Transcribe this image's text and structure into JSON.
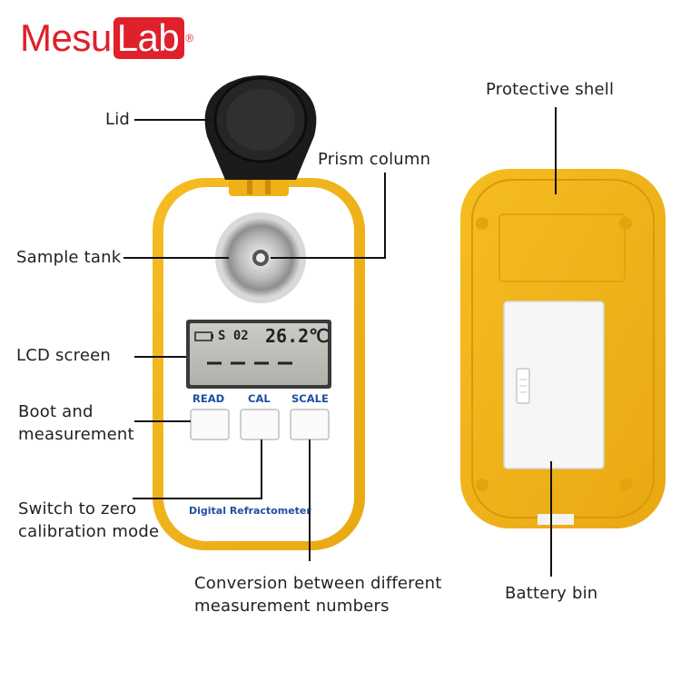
{
  "brand": {
    "name_part1": "Mesu",
    "name_part2": "Lab",
    "trademark": "®"
  },
  "device": {
    "brand_text": "Digital Refractometer",
    "buttons": [
      {
        "label": "READ"
      },
      {
        "label": "CAL"
      },
      {
        "label": "SCALE"
      }
    ],
    "lcd": {
      "scale_code": "S 02",
      "temperature": "26.2℃",
      "reading": "- - - -"
    }
  },
  "callouts": {
    "lid": "Lid",
    "prism_column": "Prism column",
    "sample_tank": "Sample tank",
    "lcd_screen": "LCD screen",
    "boot_line1": "Boot and",
    "boot_line2": "measurement",
    "switch_line1": "Switch to zero",
    "switch_line2": "calibration mode",
    "conversion_line1": "Conversion between different",
    "conversion_line2": "measurement numbers",
    "protective_shell": "Protective shell",
    "battery_bin": "Battery bin"
  },
  "colors": {
    "brand_red": "#e0202a",
    "body_yellow": "#f2b418",
    "label_blue": "#1f4fa0",
    "lid_black": "#1b1b1b",
    "lcd_gray": "#b9bdb6"
  }
}
